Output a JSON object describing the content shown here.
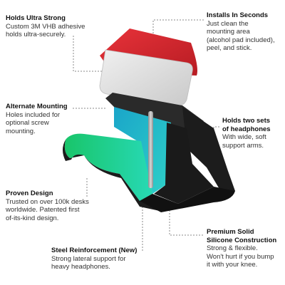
{
  "callouts": {
    "holds_ultra_strong": {
      "title": "Holds Ultra Strong",
      "body": "Custom 3M VHB adhesive\nholds ultra-securely."
    },
    "installs_in_seconds": {
      "title": "Installs In Seconds",
      "body": "Just clean the\nmounting area\n(alcohol pad included),\npeel, and stick."
    },
    "alternate_mounting": {
      "title": "Alternate Mounting",
      "body": "Holes included for\noptional screw\nmounting."
    },
    "holds_two_sets": {
      "title": "Holds two sets\nof headphones",
      "body": "With wide, soft\nsupport arms."
    },
    "proven_design": {
      "title": "Proven Design",
      "body": "Trusted on over 100k desks\nworldwide. Patented first\nof-its-kind design."
    },
    "premium_silicone": {
      "title": "Premium Solid\nSilicone Construction",
      "body": "Strong & flexible.\nWon't hurt if you bump\nit with your knee."
    },
    "steel_reinforcement": {
      "title": "Steel Reinforcement (New)",
      "body": "Strong lateral support for\nheavy headphones."
    }
  },
  "colors": {
    "adhesive_red": "#d0262e",
    "pad_grey": "#dcdcdc",
    "body_black": "#1c1c1c",
    "accent_teal": "#22b3c8",
    "accent_green": "#1fd36a",
    "steel": "#a8a8a8"
  }
}
